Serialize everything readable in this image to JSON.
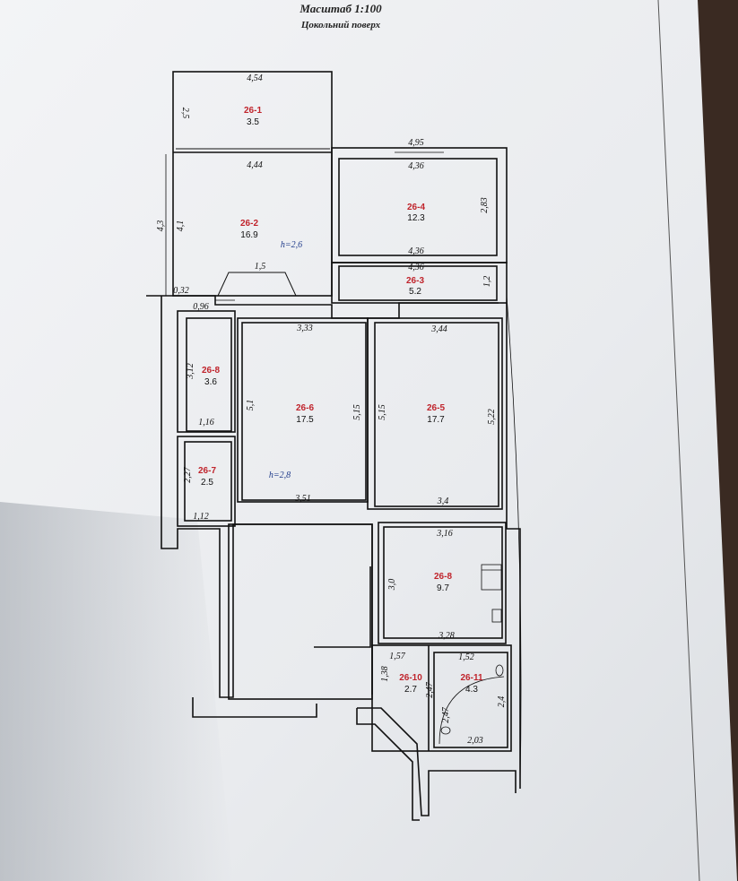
{
  "header": {
    "scale": "Масштаб 1:100",
    "floor": "Цокольний поверх"
  },
  "rooms": [
    {
      "id": "26-1",
      "area": "3.5"
    },
    {
      "id": "26-2",
      "area": "16.9"
    },
    {
      "id": "26-3",
      "area": "5.2"
    },
    {
      "id": "26-4",
      "area": "12.3"
    },
    {
      "id": "26-5",
      "area": "17.7"
    },
    {
      "id": "26-6",
      "area": "17.5"
    },
    {
      "id": "26-7",
      "area": "2.5"
    },
    {
      "id": "26-8",
      "area": "3.6"
    },
    {
      "id": "26-8",
      "area": "9.7"
    },
    {
      "id": "26-10",
      "area": "2.7"
    },
    {
      "id": "26-11",
      "area": "4.3"
    }
  ],
  "heights": [
    "h=2,6",
    "h=2,8"
  ],
  "dimensions": [
    "4,54",
    "2,5",
    "4,44",
    "4,3",
    "4,1",
    "1,5",
    "0,32",
    "0,96",
    "4,95",
    "4,36",
    "2,83",
    "4,36",
    "4,36",
    "1,2",
    "3,33",
    "3,44",
    "3,12",
    "1,16",
    "5,1",
    "5,15",
    "5,15",
    "5,22",
    "2,27",
    "1,12",
    "3,51",
    "3,4",
    "3,16",
    "3,0",
    "3,28",
    "1,57",
    "1,52",
    "1,38",
    "2,47",
    "2,47",
    "2,4",
    "2,03"
  ],
  "colors": {
    "paper": "#eef0f2",
    "wall": "#111111",
    "room_id": "#c0242c"
  }
}
